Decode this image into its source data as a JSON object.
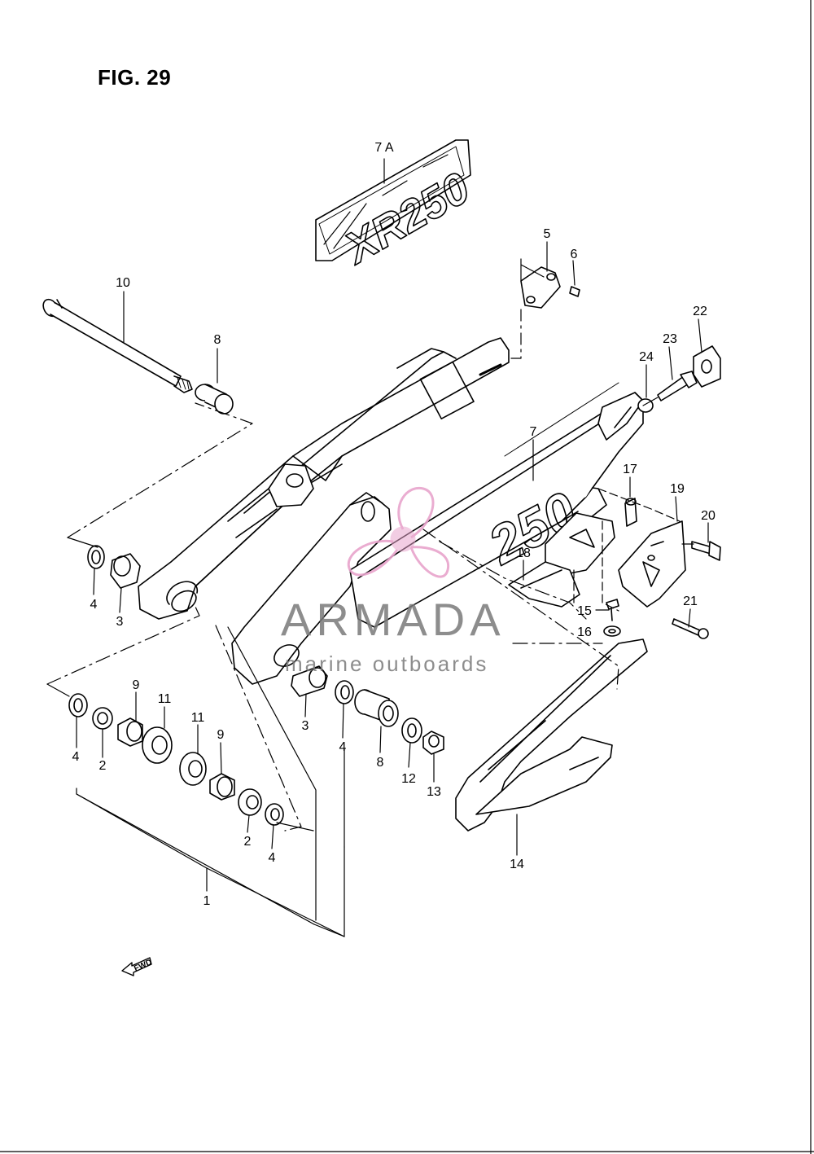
{
  "figure": {
    "title": "FIG. 29"
  },
  "decals": {
    "upper": "XR250",
    "side": "250"
  },
  "fwd_label": "FWD",
  "watermark": {
    "brand": "ARMADA",
    "tagline": "marine outboards",
    "logo_color": "#e8a4cc",
    "text_color": "#7a7a7a"
  },
  "callouts": [
    {
      "id": "c-7a",
      "label": "7 A"
    },
    {
      "id": "c-5",
      "label": "5"
    },
    {
      "id": "c-6",
      "label": "6"
    },
    {
      "id": "c-10",
      "label": "10"
    },
    {
      "id": "c-8-top",
      "label": "8"
    },
    {
      "id": "c-22",
      "label": "22"
    },
    {
      "id": "c-23",
      "label": "23"
    },
    {
      "id": "c-24",
      "label": "24"
    },
    {
      "id": "c-7",
      "label": "7"
    },
    {
      "id": "c-17",
      "label": "17"
    },
    {
      "id": "c-19",
      "label": "19"
    },
    {
      "id": "c-20",
      "label": "20"
    },
    {
      "id": "c-18",
      "label": "18"
    },
    {
      "id": "c-15",
      "label": "15"
    },
    {
      "id": "c-16",
      "label": "16"
    },
    {
      "id": "c-21",
      "label": "21"
    },
    {
      "id": "c-4-left",
      "label": "4"
    },
    {
      "id": "c-3-left",
      "label": "3"
    },
    {
      "id": "c-9-a",
      "label": "9"
    },
    {
      "id": "c-11-a",
      "label": "11"
    },
    {
      "id": "c-11-b",
      "label": "11"
    },
    {
      "id": "c-9-b",
      "label": "9"
    },
    {
      "id": "c-4-b",
      "label": "4"
    },
    {
      "id": "c-2-a",
      "label": "2"
    },
    {
      "id": "c-2-b",
      "label": "2"
    },
    {
      "id": "c-4-c",
      "label": "4"
    },
    {
      "id": "c-3-mid",
      "label": "3"
    },
    {
      "id": "c-4-mid",
      "label": "4"
    },
    {
      "id": "c-8-mid",
      "label": "8"
    },
    {
      "id": "c-12",
      "label": "12"
    },
    {
      "id": "c-13",
      "label": "13"
    },
    {
      "id": "c-14",
      "label": "14"
    },
    {
      "id": "c-1",
      "label": "1"
    }
  ]
}
